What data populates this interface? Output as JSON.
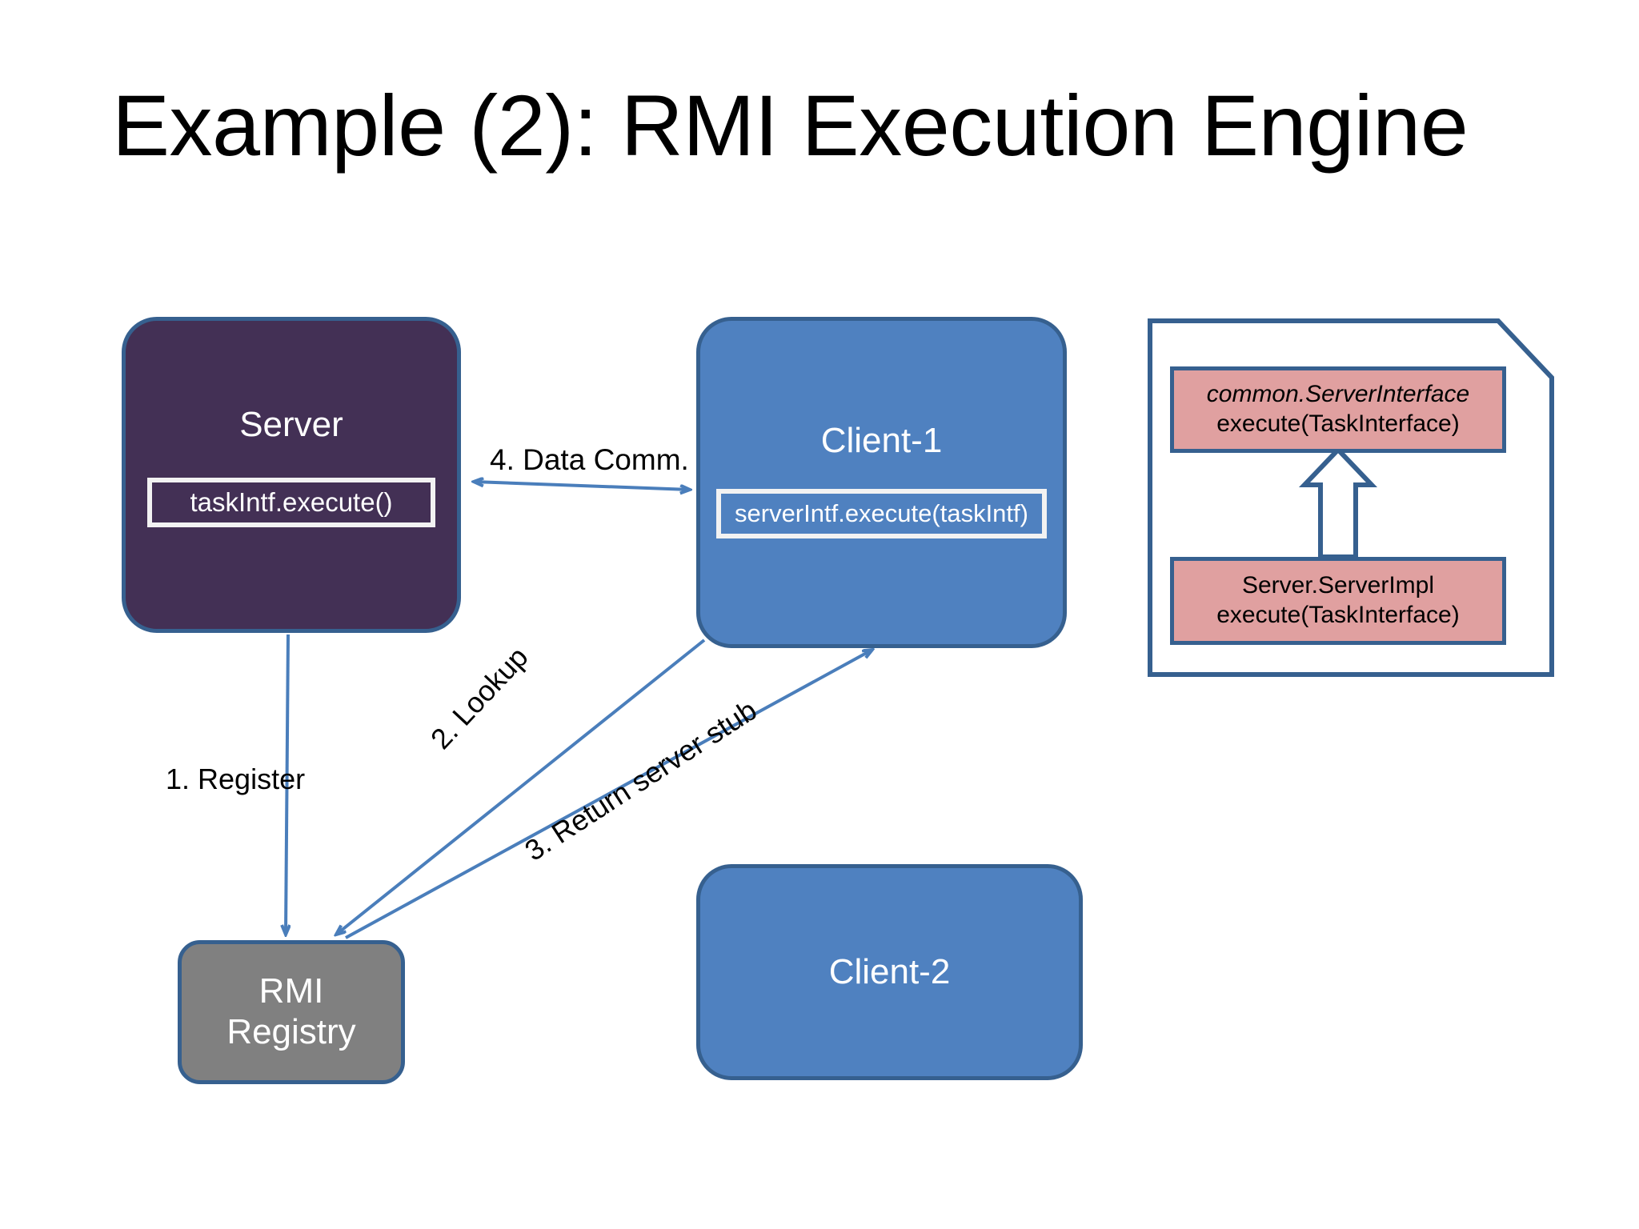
{
  "slide": {
    "title": "Example (2): RMI Execution Engine",
    "background_color": "#FFFFFF"
  },
  "colors": {
    "server_fill": "#433055",
    "client_fill": "#4F81C0",
    "registry_fill": "#808080",
    "border_blue": "#36608F",
    "uml_class_fill": "#E0A0A0",
    "connector_blue": "#4A7EBB",
    "text_white": "#FFFFFF",
    "text_black": "#000000"
  },
  "nodes": {
    "server": {
      "title": "Server",
      "code": "taskIntf.execute()"
    },
    "client1": {
      "title": "Client-1",
      "code": "serverIntf.execute(taskIntf)"
    },
    "registry": {
      "title": "RMI\nRegistry"
    },
    "client2": {
      "title": "Client-2"
    }
  },
  "uml_note": {
    "classes": [
      {
        "name": "common.ServerInterface",
        "method": "execute(TaskInterface)",
        "name_italic": true
      },
      {
        "name": "Server.ServerImpl",
        "method": "execute(TaskInterface)",
        "name_italic": false
      }
    ],
    "relation": "generalization-hollow-arrow"
  },
  "edges": [
    {
      "id": "register",
      "label": "1. Register",
      "from": "server",
      "to": "registry",
      "arrow": "single"
    },
    {
      "id": "lookup",
      "label": "2. Lookup",
      "from": "client1",
      "to": "registry",
      "arrow": "single"
    },
    {
      "id": "return-stub",
      "label": "3. Return server stub",
      "from": "registry",
      "to": "client1",
      "arrow": "single"
    },
    {
      "id": "data-comm",
      "label": "4. Data Comm.",
      "from": "server",
      "to": "client1",
      "arrow": "double"
    }
  ]
}
